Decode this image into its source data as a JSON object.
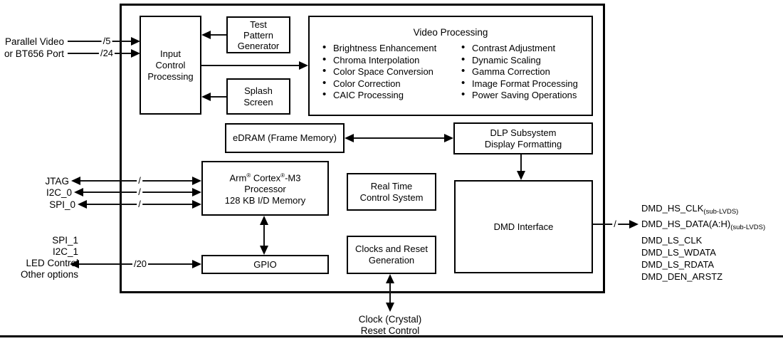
{
  "inputs": {
    "parallel_video": {
      "line1": "Parallel Video",
      "line2": "or BT656 Port",
      "bus1": "/5",
      "bus2": "/24"
    },
    "control_ports": {
      "items": [
        "JTAG",
        "I2C_0",
        "SPI_0"
      ],
      "bus_mark": "/"
    },
    "gpio_ports": {
      "items": [
        "SPI_1",
        "I2C_1",
        "LED Control",
        "Other options"
      ],
      "bus": "/20"
    }
  },
  "blocks": {
    "input_control": {
      "lines": [
        "Input",
        "Control",
        "Processing"
      ]
    },
    "test_pattern": {
      "lines": [
        "Test",
        "Pattern",
        "Generator"
      ]
    },
    "splash": {
      "lines": [
        "Splash",
        "Screen"
      ]
    },
    "video_processing": {
      "title": "Video Processing",
      "left_items": [
        "Brightness Enhancement",
        "Chroma Interpolation",
        "Color Space Conversion",
        "Color Correction",
        "CAIC Processing"
      ],
      "right_items": [
        "Contrast Adjustment",
        "Dynamic Scaling",
        "Gamma Correction",
        "Image Format Processing",
        "Power Saving Operations"
      ]
    },
    "edram": {
      "label": "eDRAM (Frame Memory)"
    },
    "dlp_subsystem": {
      "lines": [
        "DLP Subsystem",
        "Display Formatting"
      ]
    },
    "arm_processor": {
      "lines": [
        "Arm® Cortex®-M3",
        "Processor",
        "128 KB I/D Memory"
      ]
    },
    "rtcs": {
      "lines": [
        "Real Time",
        "Control System"
      ]
    },
    "gpio": {
      "label": "GPIO"
    },
    "clocks": {
      "lines": [
        "Clocks and Reset",
        "Generation"
      ]
    },
    "dmd_interface": {
      "label": "DMD Interface"
    }
  },
  "outputs": {
    "bus_mark": "/",
    "dmd_signals": [
      {
        "main": "DMD_HS_CLK",
        "sub": "(sub-LVDS)"
      },
      {
        "main": "DMD_HS_DATA(A:H)",
        "sub": "(sub-LVDS)"
      },
      {
        "main": "DMD_LS_CLK",
        "sub": ""
      },
      {
        "main": "DMD_LS_WDATA",
        "sub": ""
      },
      {
        "main": "DMD_LS_RDATA",
        "sub": ""
      },
      {
        "main": "DMD_DEN_ARSTZ",
        "sub": ""
      }
    ]
  },
  "bottom": {
    "lines": [
      "Clock (Crystal)",
      "Reset Control"
    ]
  },
  "colors": {
    "background": "#ffffff",
    "line": "#000000",
    "text": "#000000"
  }
}
